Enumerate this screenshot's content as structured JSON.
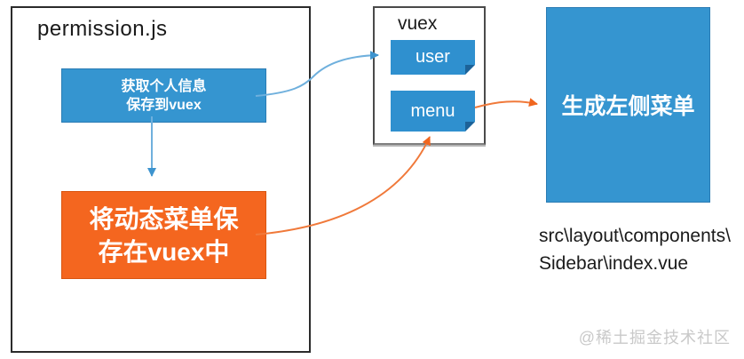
{
  "permission": {
    "title": "permission.js",
    "fetch_node": {
      "line1": "获取个人信息",
      "line2": "保存到vuex"
    },
    "save_node": {
      "line1": "将动态菜单保",
      "line2": "存在vuex中"
    }
  },
  "vuex": {
    "title": "vuex",
    "user_label": "user",
    "menu_label": "menu"
  },
  "sidebar": {
    "label": "生成左侧菜单",
    "path_line1": "src\\layout\\components\\",
    "path_line2": "Sidebar\\index.vue"
  },
  "watermark": "@稀土掘金技术社区",
  "colors": {
    "node_blue": "#3595d0",
    "node_orange": "#f4661f",
    "note_blue": "#2f90cf",
    "note_fold_blue": "#1d6298",
    "arrow_blue": "#55a1d8",
    "arrow_orange": "#f0793a",
    "border_dark": "#2b2b2b",
    "watermark_gray": "#c9c9c9"
  }
}
